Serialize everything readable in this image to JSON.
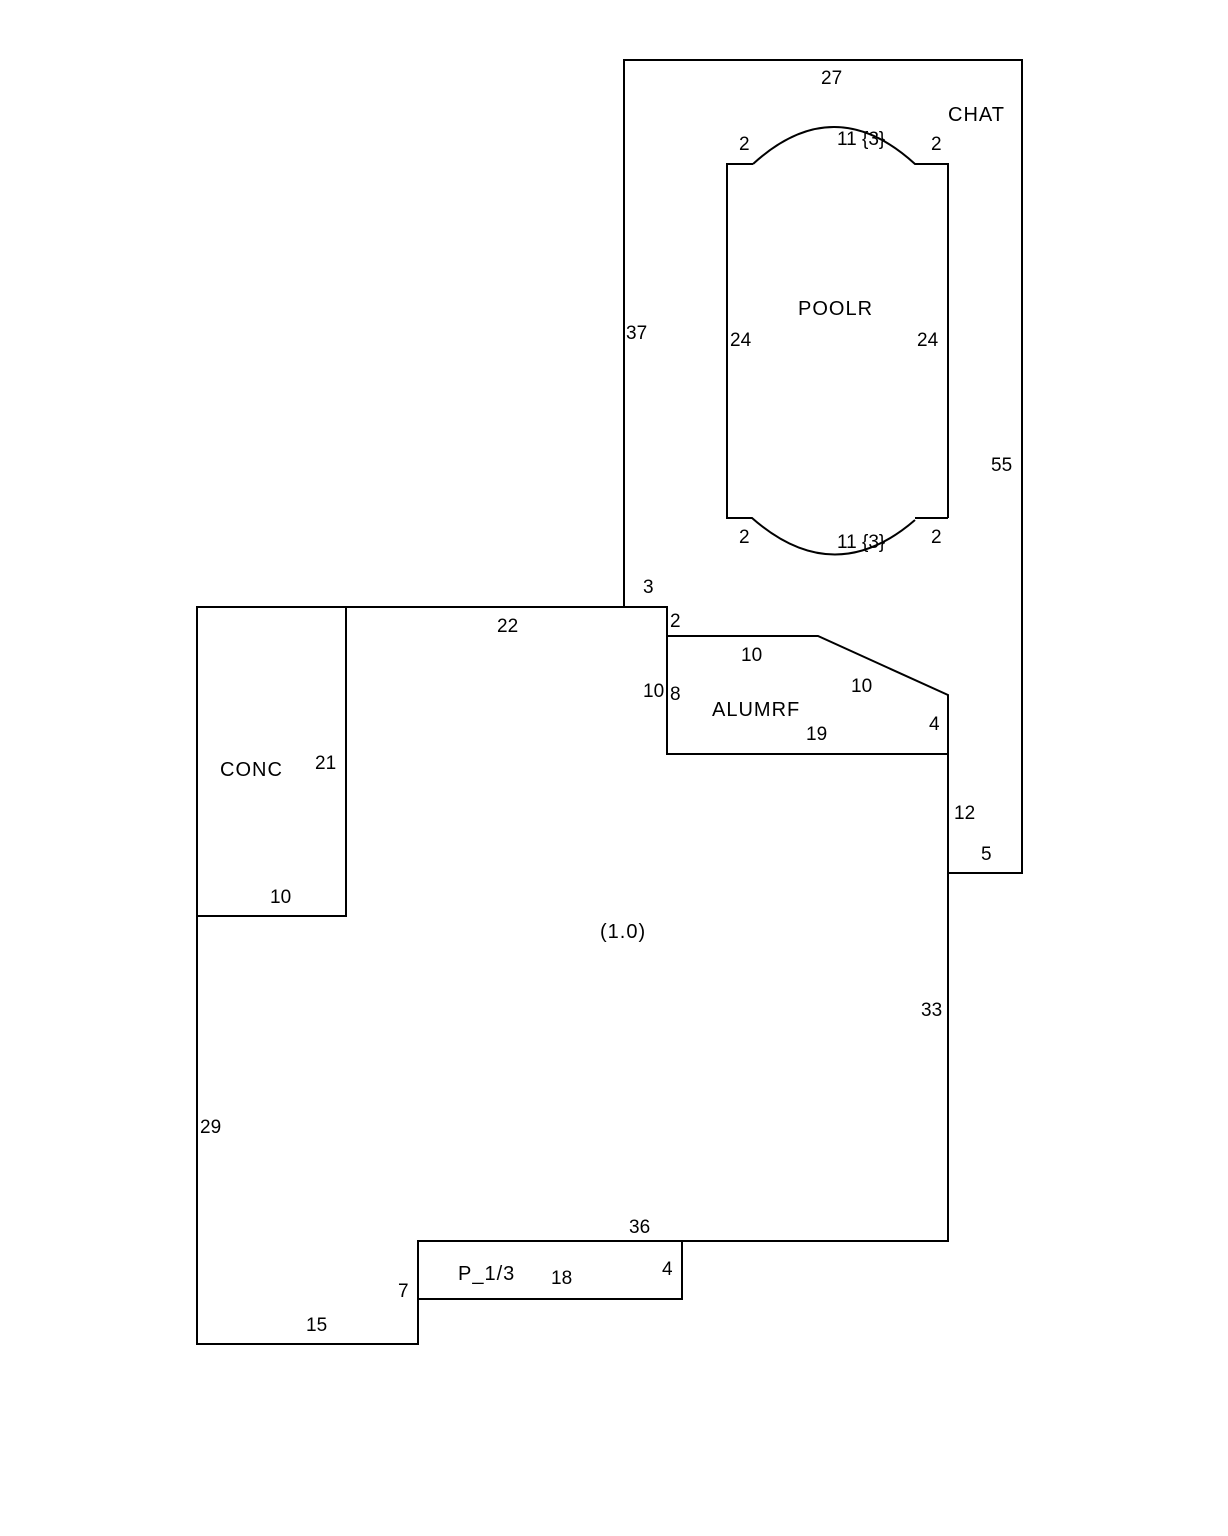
{
  "areas": {
    "chat": "CHAT",
    "pool": "POOLR",
    "alumrf": "ALUMRF",
    "conc": "CONC",
    "main": "(1.0)",
    "porch": "P_1/3"
  },
  "dimensions": {
    "chat_top": "27",
    "chat_left": "37",
    "chat_right": "55",
    "chat_step": "3",
    "chat_bottom": "5",
    "chat_lower_right": "12",
    "pool_top_left": "2",
    "pool_top_arc": "11 {3}",
    "pool_top_right": "2",
    "pool_left": "24",
    "pool_right": "24",
    "pool_bottom_left": "2",
    "pool_bottom_arc": "11 {3}",
    "pool_bottom_right": "2",
    "alum_step": "2",
    "alum_top": "10",
    "alum_diag": "10",
    "alum_left_outer": "10",
    "alum_left": "8",
    "alum_right": "4",
    "alum_bottom": "19",
    "main_top": "22",
    "conc_right": "21",
    "conc_bottom": "10",
    "main_left": "29",
    "main_right": "33",
    "main_bottom_right": "36",
    "main_bottom_left": "15",
    "porch_left": "7",
    "porch_bottom": "18",
    "porch_right": "4"
  }
}
